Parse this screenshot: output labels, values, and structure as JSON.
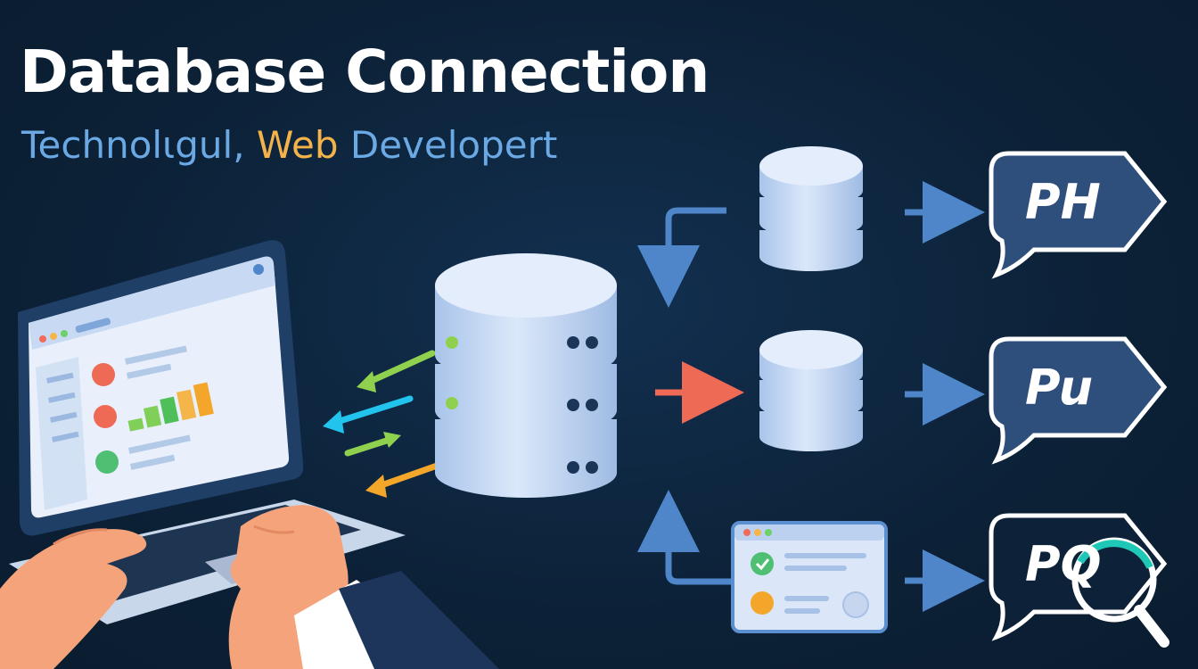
{
  "header": {
    "title": "Database Connection",
    "subtitle_part1": "Technolιgul, ",
    "subtitle_part2": "Web",
    "subtitle_part3": " Developert"
  },
  "badges": [
    {
      "label": "PH"
    },
    {
      "label": "Pu"
    },
    {
      "label": "PQ"
    }
  ],
  "colors": {
    "background": "#0d2238",
    "arrow_blue": "#4f86c9",
    "arrow_green": "#8fd14f",
    "arrow_cyan": "#22c4ee",
    "arrow_orange": "#f4a62a",
    "arrow_red": "#ef6a55",
    "badge_fill": "#2e4f7c",
    "db_fill": "#c9dcf5"
  }
}
